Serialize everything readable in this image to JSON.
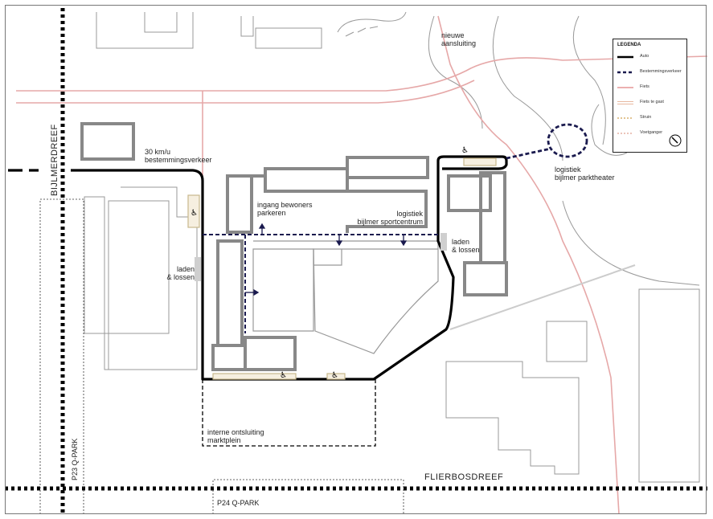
{
  "labels": {
    "nieuwe_aansluiting": [
      "nieuwe",
      "aansluiting"
    ],
    "snelheid": [
      "30 km/u",
      "bestemmingsverkeer"
    ],
    "ingang_bewoners": [
      "ingang bewoners",
      "parkeren"
    ],
    "logistiek_sportcentrum": [
      "logistiek",
      "bijlmer sportcentrum"
    ],
    "logistiek_parktheater": [
      "logistiek",
      "bijlmer parktheater"
    ],
    "laden_lossen_west": [
      "laden",
      "& lossen"
    ],
    "laden_lossen_oost": [
      "laden",
      "& lossen"
    ],
    "interne_ontsluiting": [
      "interne ontsluiting",
      "marktplein"
    ]
  },
  "roads": {
    "bijlmerdreef": "BIJLMERDREEF",
    "flierbosdreef": "FLIERBOSDREEF"
  },
  "parking": {
    "p23": "P23 Q-PARK",
    "p24": "P24 Q-PARK"
  },
  "legend": {
    "title": "LEGENDA",
    "items": [
      {
        "label": "Auto",
        "color": "#000000",
        "style": "solid-thick"
      },
      {
        "label": "Bestemmingsverkeer",
        "color": "#1a1a4e",
        "style": "dashed-thick"
      },
      {
        "label": "Fiets",
        "color": "#e08080",
        "style": "solid-thin"
      },
      {
        "label": "Fiets te gast",
        "color": "#e8b8a0",
        "style": "double"
      },
      {
        "label": "Struin",
        "color": "#d0a050",
        "style": "dotted"
      },
      {
        "label": "Voetganger",
        "color": "#e0a090",
        "style": "dotted"
      }
    ]
  },
  "icons": [
    "wheelchair-parking-icon",
    "compass-north-icon"
  ],
  "colors": {
    "car": "#000000",
    "destination_traffic": "#1a1a4e",
    "bicycle": "#e0a0a0",
    "building_outline": "#808080",
    "context_building": "#aaaaaa"
  }
}
